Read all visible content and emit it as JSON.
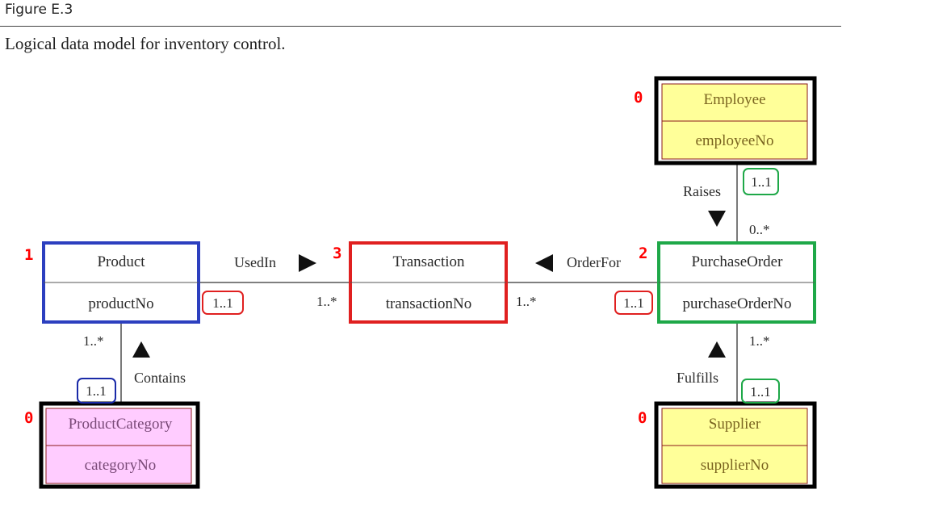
{
  "figure": {
    "label": "Figure E.3",
    "caption": "Logical data model for inventory control."
  },
  "colors": {
    "product_border": "#2c3fbf",
    "transaction_border": "#e02020",
    "purchaseorder_border": "#1ea848",
    "black_border": "#000000",
    "yellow_fill": "#ffff99",
    "pink_fill": "#ffccff",
    "annotation_red": "#ff0000",
    "mult_box_red": "#e02020",
    "mult_box_green": "#1ea848",
    "mult_box_blue": "#1a2aa8"
  },
  "entities": {
    "employee": {
      "name": "Employee",
      "key": "employeeNo",
      "marker": "0"
    },
    "product": {
      "name": "Product",
      "key": "productNo",
      "marker": "1"
    },
    "transaction": {
      "name": "Transaction",
      "key": "transactionNo",
      "marker": "3"
    },
    "purchase_order": {
      "name": "PurchaseOrder",
      "key": "purchaseOrderNo",
      "marker": "2"
    },
    "product_category": {
      "name": "ProductCategory",
      "key": "categoryNo",
      "marker": "0"
    },
    "supplier": {
      "name": "Supplier",
      "key": "supplierNo",
      "marker": "0"
    }
  },
  "relationships": {
    "raises": {
      "label": "Raises",
      "mult_employee": "1..1",
      "mult_order": "0..*"
    },
    "used_in": {
      "label": "UsedIn",
      "mult_product": "1..1",
      "mult_transaction": "1..*"
    },
    "order_for": {
      "label": "OrderFor",
      "mult_transaction": "1..*",
      "mult_order": "1..1"
    },
    "contains": {
      "label": "Contains",
      "mult_product": "1..*",
      "mult_category": "1..1"
    },
    "fulfills": {
      "label": "Fulfills",
      "mult_order": "1..*",
      "mult_supplier": "1..1"
    }
  }
}
